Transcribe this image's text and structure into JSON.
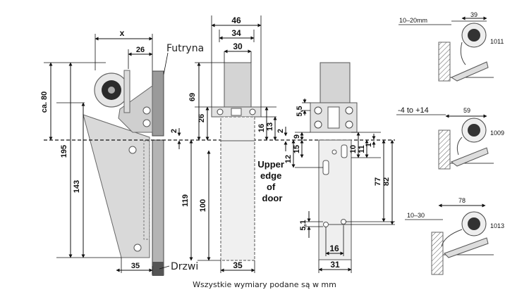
{
  "caption": "Wszystkie wymiary podane są w mm",
  "labels": {
    "frame": "Futryna",
    "door": "Drzwi",
    "upper_edge_1": "Upper",
    "upper_edge_2": "edge",
    "upper_edge_3": "of",
    "upper_edge_4": "door"
  },
  "dims_main": {
    "x": "x",
    "d26_top": "26",
    "ca80": "ca. 80",
    "d195": "195",
    "d143": "143",
    "d35_bottom": "35",
    "d2_left": "2"
  },
  "dims_center": {
    "d46": "46",
    "d34": "34",
    "d30": "30",
    "d69": "69",
    "d26": "26",
    "d119": "119",
    "d100": "100",
    "d13": "13",
    "d16": "16",
    "d2": "2",
    "d35": "35"
  },
  "dims_plate": {
    "d5_5": "5,5",
    "d9": "9",
    "d15": "15",
    "d12": "12",
    "d10": "10",
    "d11": "11",
    "d1": "1",
    "d77": "77",
    "d82": "82",
    "d5_1": "5,1",
    "d16": "16",
    "d31": "31"
  },
  "variants": [
    {
      "range": "10–20mm",
      "width": "39",
      "code": "1011"
    },
    {
      "range": "-4 to +14",
      "width": "59",
      "code": "1009"
    },
    {
      "range": "10–30",
      "width": "78",
      "code": "1013"
    }
  ]
}
